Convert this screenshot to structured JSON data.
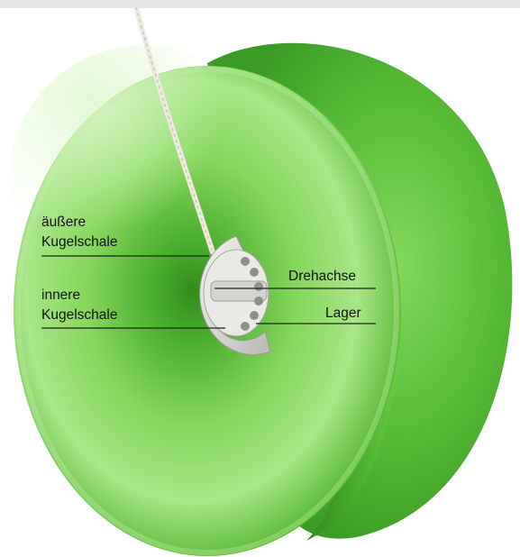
{
  "labels": {
    "outer_shell": [
      "äußere",
      "Kugelschale"
    ],
    "inner_shell": [
      "innere",
      "Kugelschale"
    ],
    "axis": "Drehachse",
    "bearing": "Lager"
  },
  "colors": {
    "body_green": "#62c23f",
    "highlight_green": "#b7ec98",
    "shadow_green": "#2f8a1c",
    "string": "#efeadf",
    "metal": "#d9d9d9",
    "background_band": "#e6e7e8"
  },
  "icons": {
    "object": "yoyo-illustration",
    "string": "string-cord",
    "core": "ball-bearing-core"
  }
}
